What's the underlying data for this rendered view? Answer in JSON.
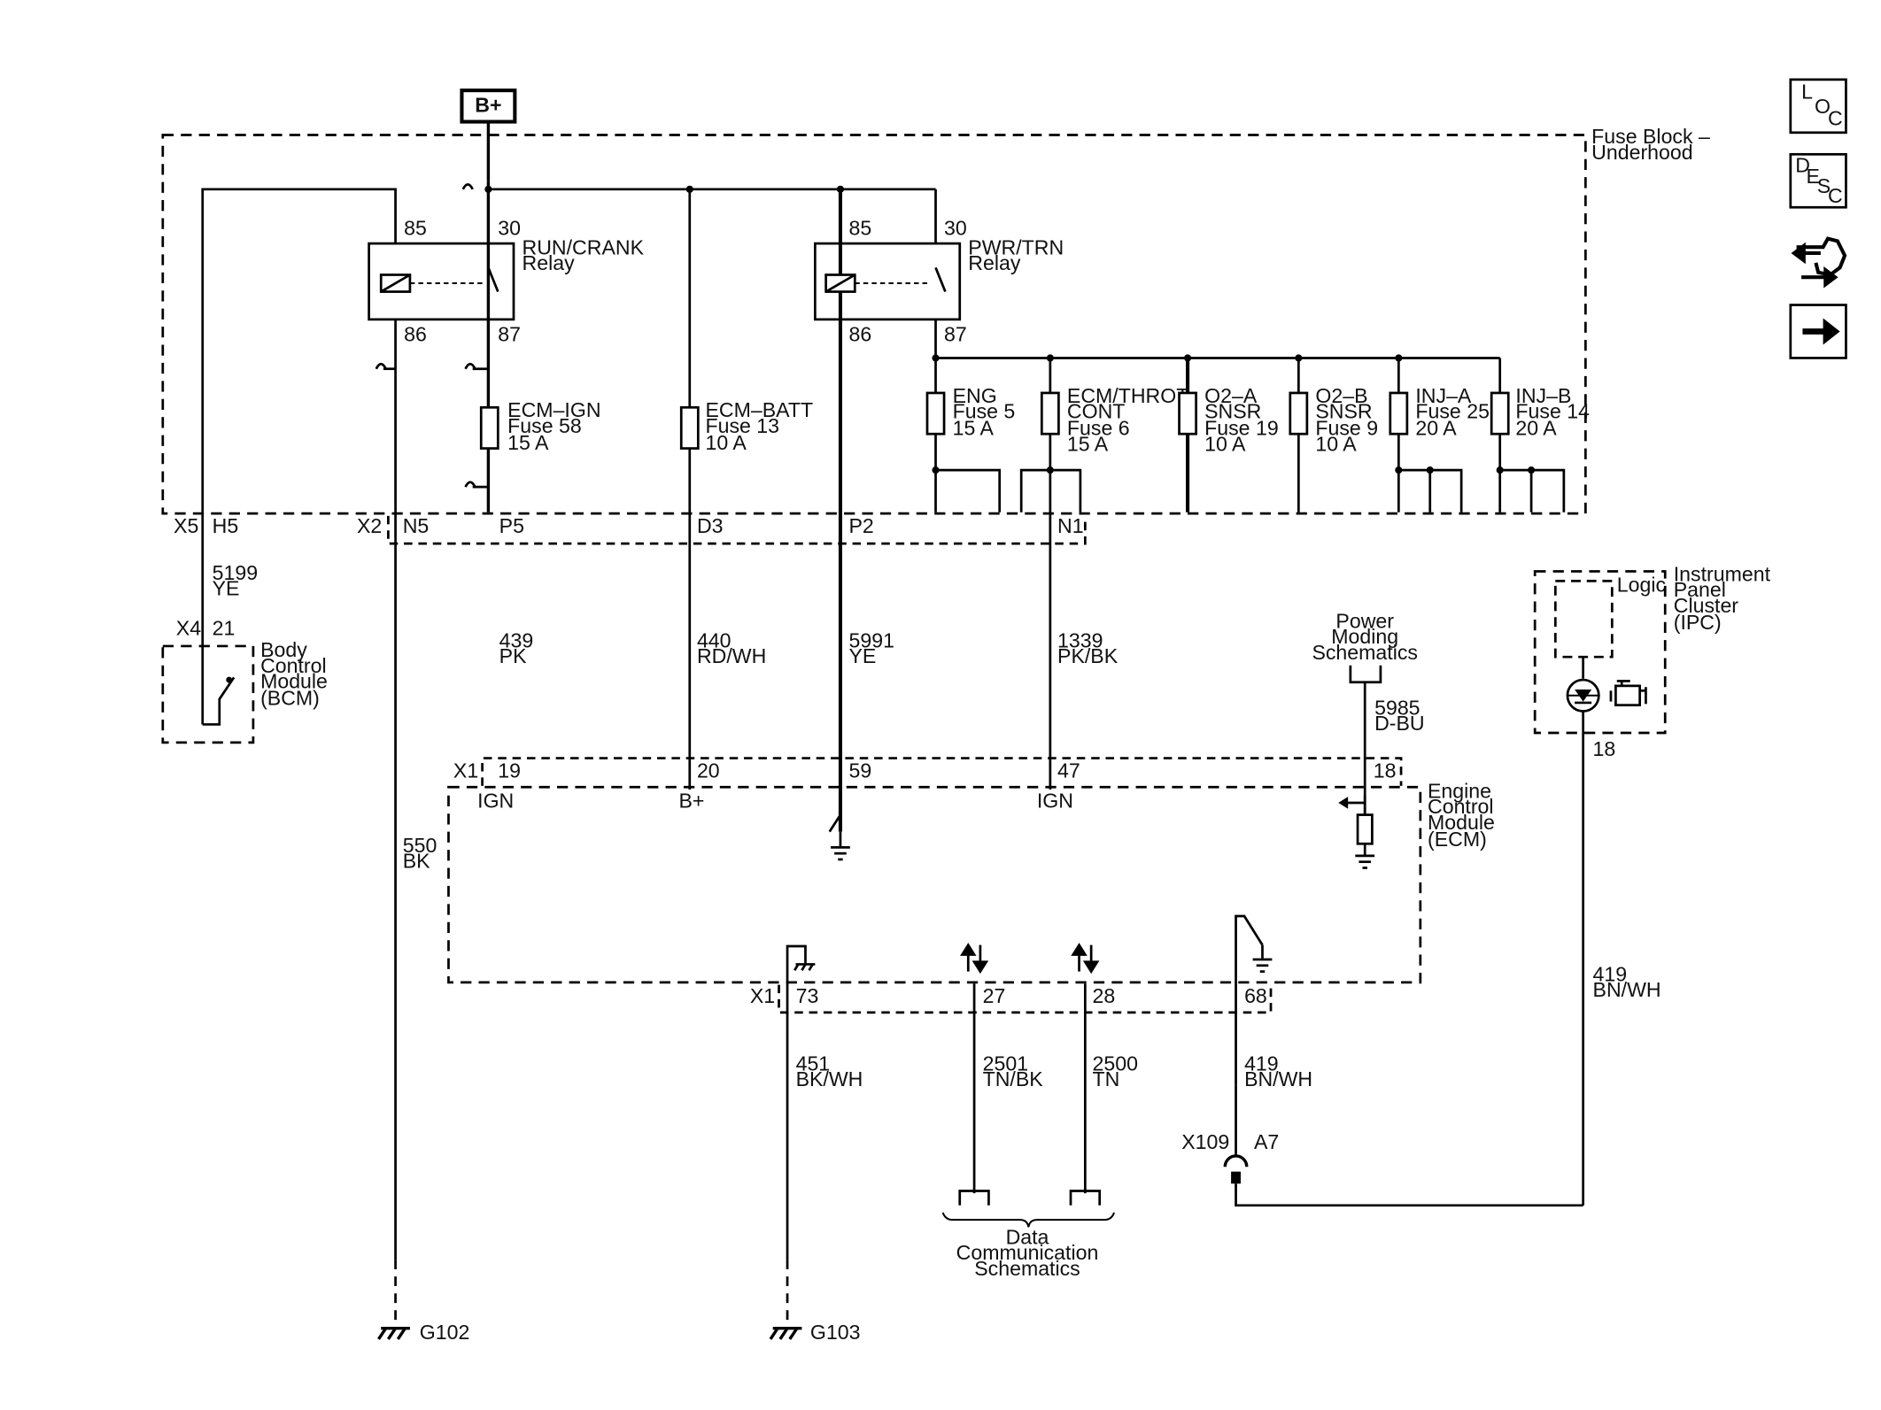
{
  "power": {
    "bplus": "B+"
  },
  "fuse_block": {
    "title_line1": "Fuse Block –",
    "title_line2": "Underhood"
  },
  "relays": [
    {
      "name_line1": "RUN/CRANK",
      "name_line2": "Relay",
      "pin_85": "85",
      "pin_30": "30",
      "pin_86": "86",
      "pin_87": "87"
    },
    {
      "name_line1": "PWR/TRN",
      "name_line2": "Relay",
      "pin_85": "85",
      "pin_30": "30",
      "pin_86": "86",
      "pin_87": "87"
    }
  ],
  "fuses": {
    "ecm_ign": [
      "ECM–IGN",
      "Fuse 58",
      "15 A"
    ],
    "ecm_batt": [
      "ECM–BATT",
      "Fuse 13",
      "10 A"
    ],
    "eng": [
      "ENG",
      "Fuse 5",
      "15 A"
    ],
    "ecm_throt": [
      "ECM/THROT",
      "CONT",
      "Fuse 6",
      "15 A"
    ],
    "o2a": [
      "O2–A",
      "SNSR",
      "Fuse 19",
      "10 A"
    ],
    "o2b": [
      "O2–B",
      "SNSR",
      "Fuse 9",
      "10 A"
    ],
    "inj_a": [
      "INJ–A",
      "Fuse 25",
      "20 A"
    ],
    "inj_b": [
      "INJ–B",
      "Fuse 14",
      "20 A"
    ]
  },
  "connectors": {
    "x5": "X5",
    "h5": "H5",
    "x2": "X2",
    "n5": "N5",
    "p5": "P5",
    "d3": "D3",
    "p2": "P2",
    "n1": "N1",
    "x4": "X4",
    "pin21": "21",
    "x1_top": "X1",
    "pin19": "19",
    "pin20": "20",
    "pin59": "59",
    "pin47": "47",
    "pin18": "18",
    "x1_bot": "X1",
    "pin73": "73",
    "pin27": "27",
    "pin28": "28",
    "pin68": "68",
    "ipc_pin18": "18",
    "x109": "X109",
    "a7": "A7"
  },
  "wires": {
    "w5199": [
      "5199",
      "YE"
    ],
    "w439": [
      "439",
      "PK"
    ],
    "w440": [
      "440",
      "RD/WH"
    ],
    "w5991": [
      "5991",
      "YE"
    ],
    "w1339": [
      "1339",
      "PK/BK"
    ],
    "w5985": [
      "5985",
      "D-BU"
    ],
    "w550": [
      "550",
      "BK"
    ],
    "w451": [
      "451",
      "BK/WH"
    ],
    "w2501": [
      "2501",
      "TN/BK"
    ],
    "w2500": [
      "2500",
      "TN"
    ],
    "w419a": [
      "419",
      "BN/WH"
    ],
    "w419b": [
      "419",
      "BN/WH"
    ]
  },
  "modules": {
    "bcm": [
      "Body",
      "Control",
      "Module",
      "(BCM)"
    ],
    "ecm": [
      "Engine",
      "Control",
      "Module",
      "(ECM)"
    ],
    "ipc": [
      "Instrument",
      "Panel",
      "Cluster",
      "(IPC)"
    ],
    "ipc_logic": "Logic",
    "ecm_ign1": "IGN",
    "ecm_bplus": "B+",
    "ecm_ign2": "IGN"
  },
  "refs": {
    "power_moding": [
      "Power",
      "Moding",
      "Schematics"
    ],
    "data_comm": [
      "Data",
      "Communication",
      "Schematics"
    ]
  },
  "grounds": {
    "g102": "G102",
    "g103": "G103"
  },
  "nav": {
    "loc": [
      "L",
      "O",
      "C"
    ],
    "desc": [
      "D",
      "E",
      "S",
      "C"
    ]
  }
}
